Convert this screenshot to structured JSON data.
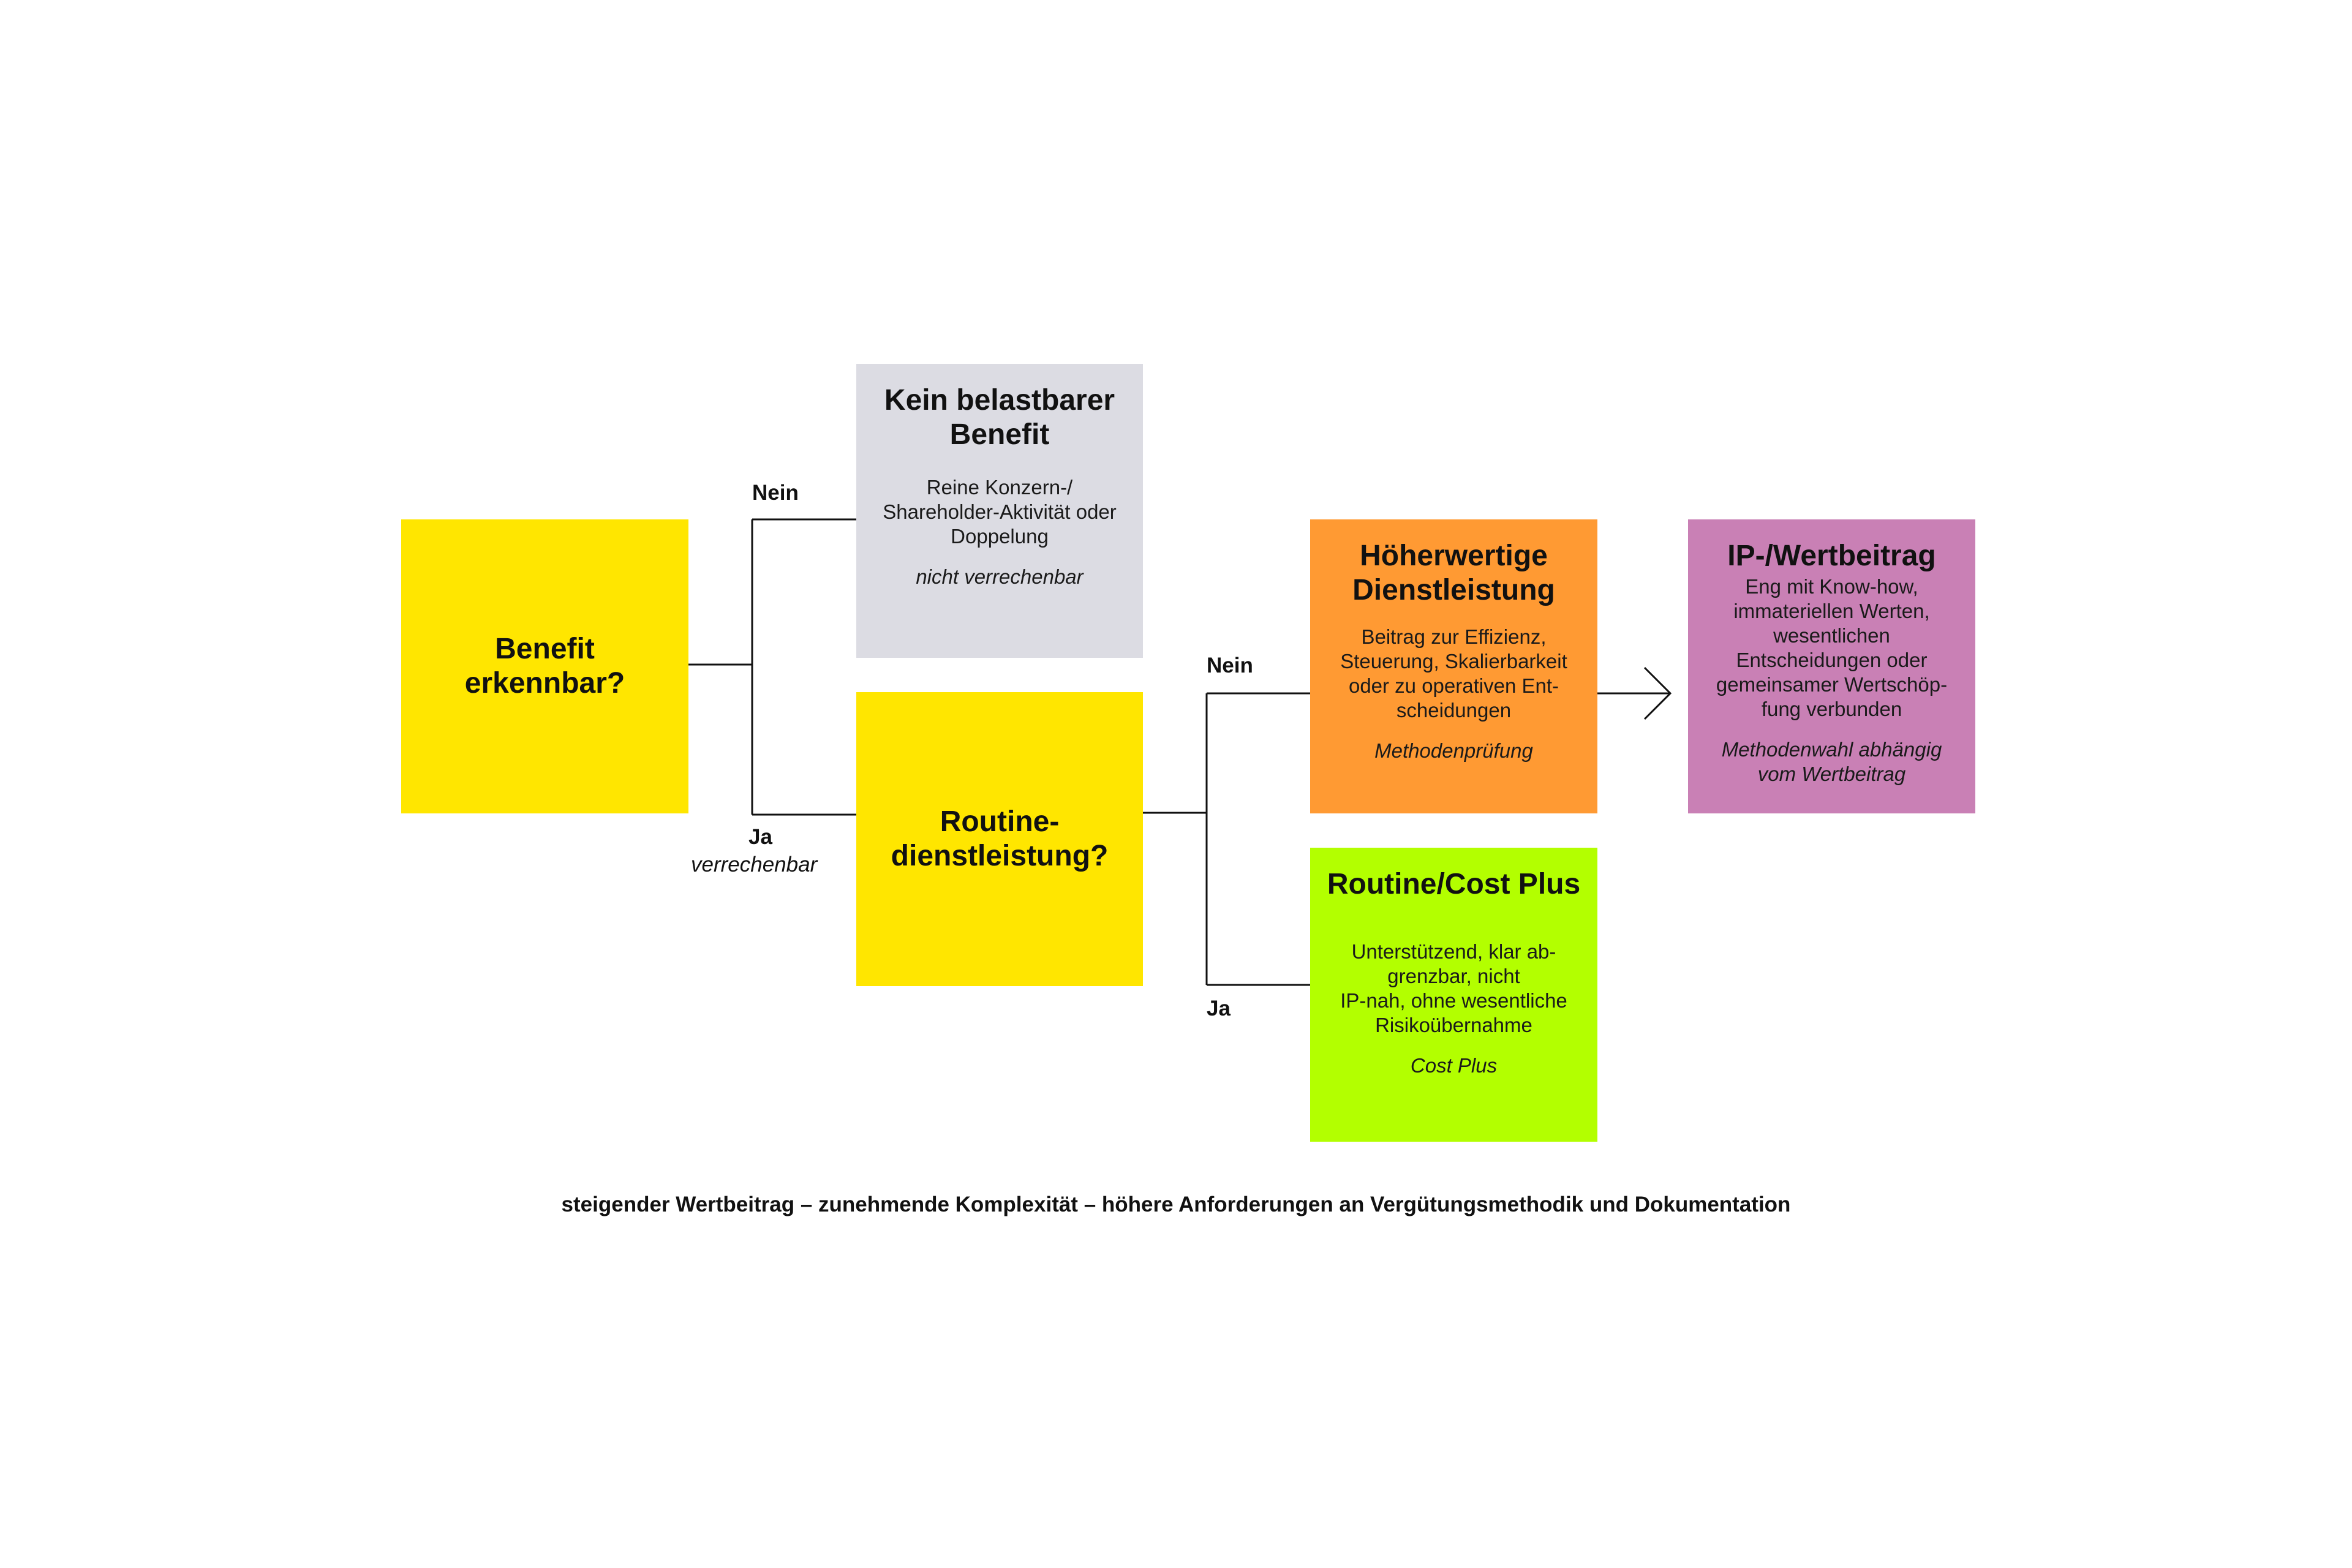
{
  "colors": {
    "yellow": "#FFE600",
    "gray": "#DCDCE3",
    "orange": "#FF9A33",
    "green": "#B3FF00",
    "purple": "#C980B5",
    "line": "#111111"
  },
  "boxes": {
    "benefit": {
      "title": "Benefit\nerkennbar?"
    },
    "kein": {
      "title": "Kein belastbarer\nBenefit",
      "desc": "Reine Konzern-/\nShareholder-Aktivität oder\nDoppelung",
      "note": "nicht verrechenbar"
    },
    "routine_q": {
      "title": "Routine-\ndienstleistung?"
    },
    "hoeher": {
      "title": "Höherwertige\nDienstleistung",
      "desc": "Beitrag zur Effizienz,\nSteuerung, Skalierbarkeit\noder zu operativen Ent-\nscheidungen",
      "note": "Methodenprüfung"
    },
    "routine_cost": {
      "title": "Routine/Cost Plus",
      "desc": "Unterstützend, klar ab-\ngrenzbar, nicht\nIP-nah, ohne wesentliche\nRisikoübernahme",
      "note": "Cost Plus"
    },
    "ip": {
      "title": "IP-/Wertbeitrag",
      "desc": "Eng mit Know-how,\nimmateriellen Werten,\nwesentlichen\nEntscheidungen oder\ngemeinsamer Wertschöp-\nfung verbunden",
      "note": "Methodenwahl abhängig\nvom Wertbeitrag"
    }
  },
  "labels": {
    "nein_1": "Nein",
    "ja_1": "Ja",
    "ja_1_note": "verrechenbar",
    "nein_2": "Nein",
    "ja_2": "Ja"
  },
  "footer": "steigender Wertbeitrag  –  zunehmende Komplexität  –  höhere Anforderungen an Vergütungsmethodik und Dokumentation"
}
